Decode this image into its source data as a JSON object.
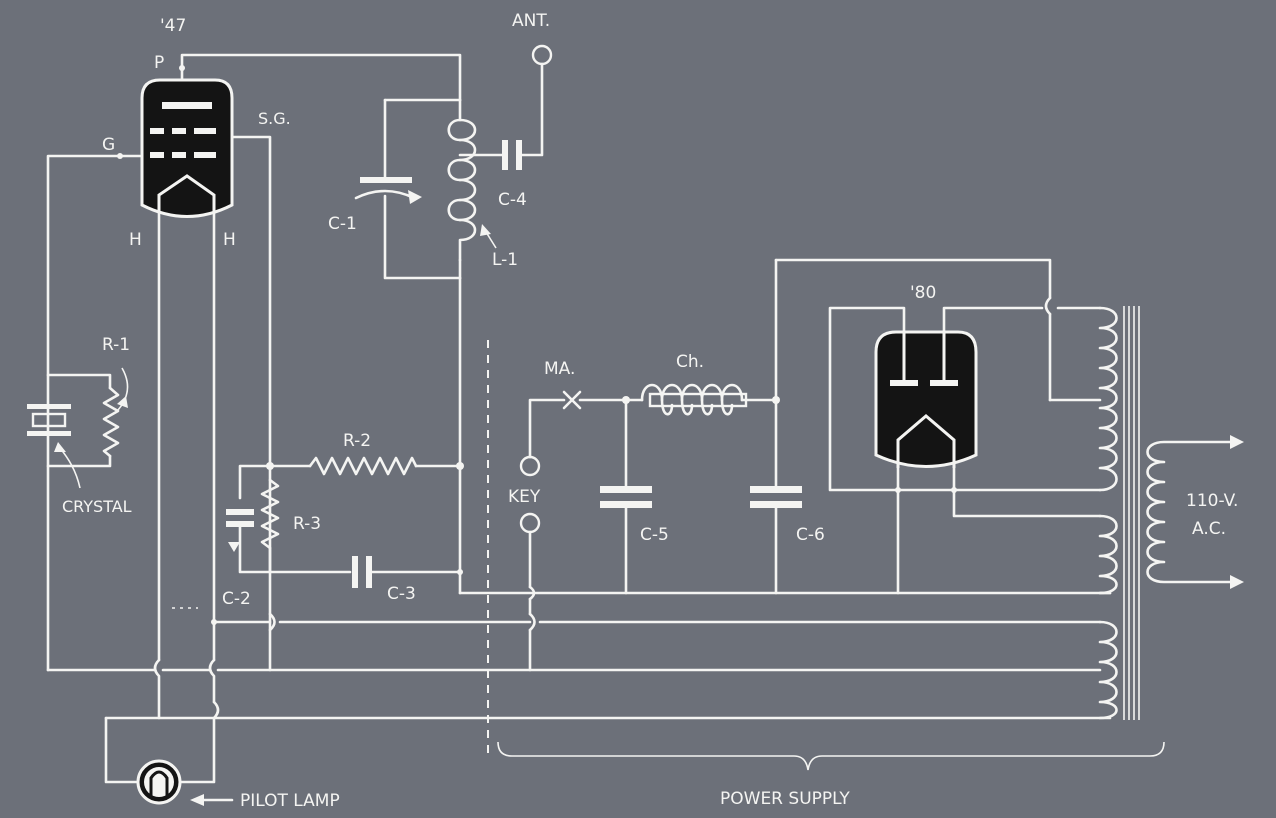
{
  "labels": {
    "tube_47": "'47",
    "plate": "P",
    "grid": "G",
    "screen_grid": "S.G.",
    "heater_left": "H",
    "heater_right": "H",
    "antenna": "ANT.",
    "c1": "C-1",
    "c2": "C-2",
    "c3": "C-3",
    "c4": "C-4",
    "c5": "C-5",
    "c6": "C-6",
    "l1": "L-1",
    "r1": "R-1",
    "r2": "R-2",
    "r3": "R-3",
    "crystal": "CRYSTAL",
    "milliammeter": "MA.",
    "choke": "Ch.",
    "key": "KEY",
    "tube_80": "'80",
    "line_voltage_1": "110-V.",
    "line_voltage_2": "A.C.",
    "pilot_lamp": "PILOT LAMP",
    "power_supply": "POWER SUPPLY"
  }
}
